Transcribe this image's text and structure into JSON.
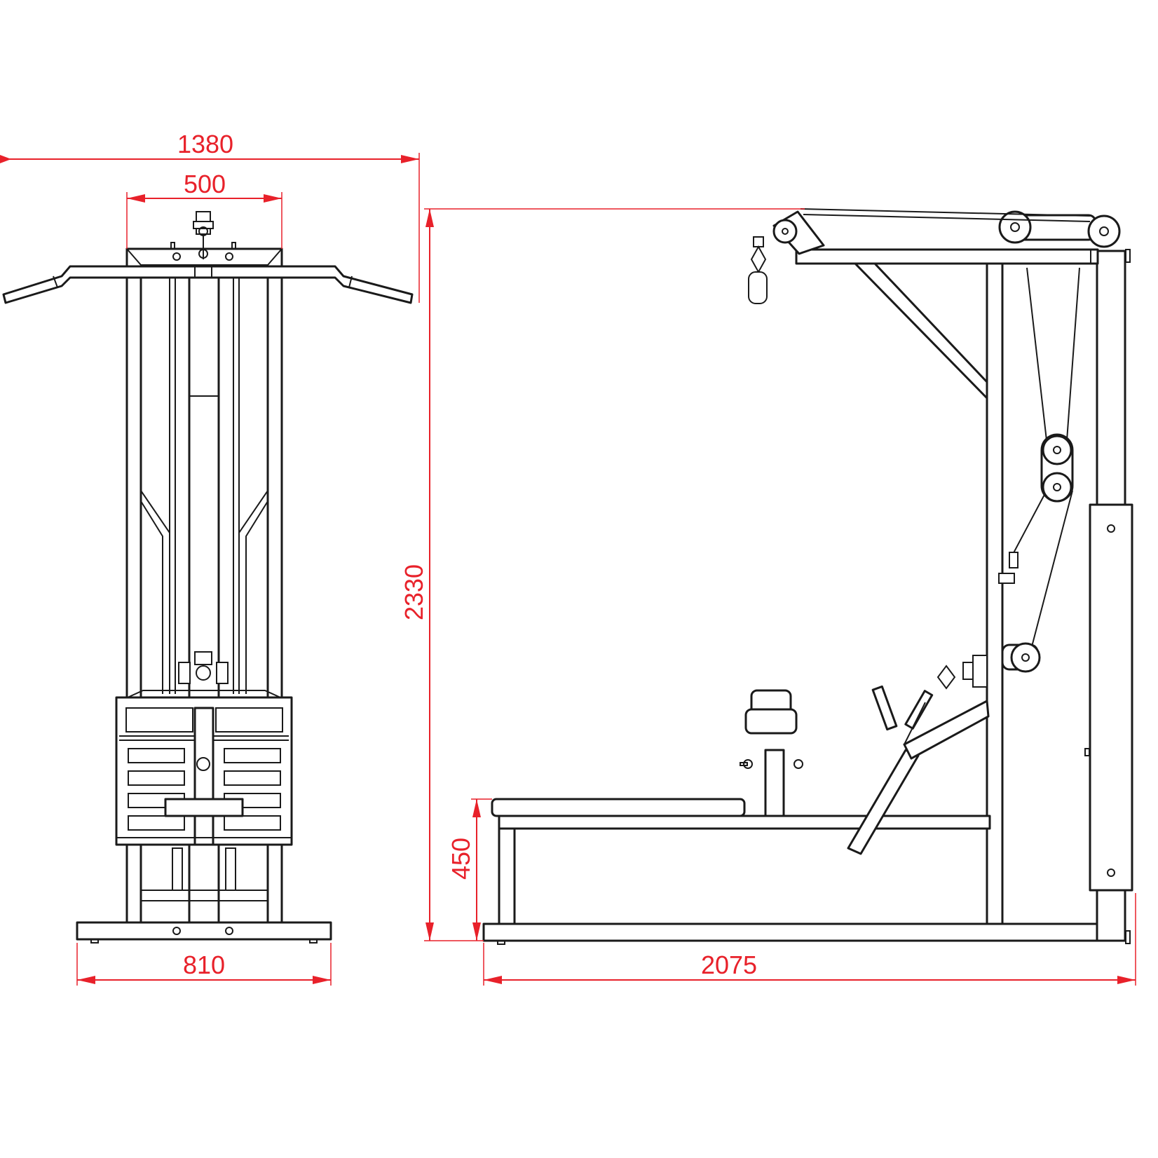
{
  "dimensions": {
    "overall_width": "1380",
    "bar_grip_width": "500",
    "base_width": "810",
    "height": "2330",
    "seat_height": "450",
    "length": "2075"
  },
  "colors": {
    "dimension": "#e8212a",
    "line": "#1a1a1a",
    "background": "#ffffff"
  }
}
